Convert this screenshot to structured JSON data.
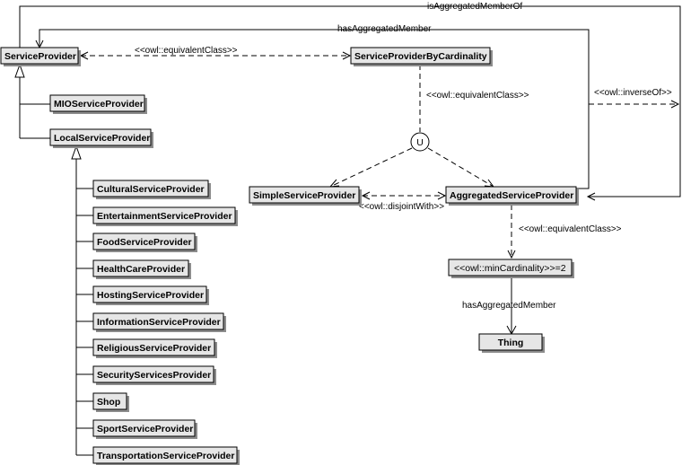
{
  "nodes": {
    "service_provider": "ServiceProvider",
    "service_provider_by_cardinality": "ServiceProviderByCardinality",
    "mio_service_provider": "MIOServiceProvider",
    "local_service_provider": "LocalServiceProvider",
    "simple_service_provider": "SimpleServiceProvider",
    "aggregated_service_provider": "AggregatedServiceProvider",
    "min_cardinality": "<<owl::minCardinality>>=2",
    "thing": "Thing",
    "union": "U",
    "local_children": [
      "CulturalServiceProvider",
      "EntertainmentServiceProvider",
      "FoodServiceProvider",
      "HealthCareProvider",
      "HostingServiceProvider",
      "InformationServiceProvider",
      "ReligiousServiceProvider",
      "SecurityServicesProvider",
      "Shop",
      "SportServiceProvider",
      "TransportationServiceProvider"
    ]
  },
  "edges": {
    "is_aggregated_member_of": "isAggregatedMemberOf",
    "has_aggregated_member_top": "hasAggregatedMember",
    "equivalent_class_top": "<<owl::equivalentClass>>",
    "equivalent_class_mid": "<<owl::equivalentClass>>",
    "inverse_of": "<<owl::inverseOf>>",
    "disjoint_with": "<<owl::disjointWith>>",
    "equivalent_class_bottom": "<<owl::equivalentClass>>",
    "has_aggregated_member_bottom": "hasAggregatedMember"
  }
}
